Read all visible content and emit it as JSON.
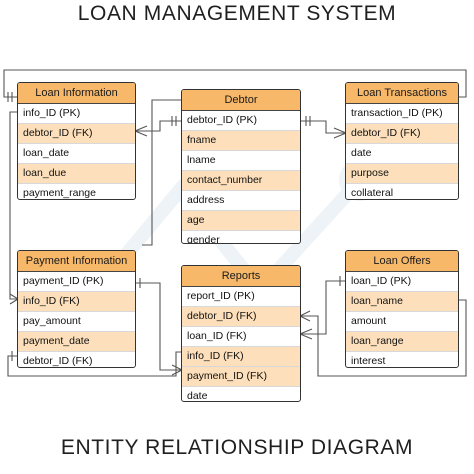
{
  "title": "LOAN MANAGEMENT SYSTEM",
  "footer": "ENTITY RELATIONSHIP DIAGRAM",
  "entities": {
    "loan_information": {
      "name": "Loan Information",
      "fields": [
        "info_ID (PK)",
        "debtor_ID (FK)",
        "loan_date",
        "loan_due",
        "payment_range"
      ]
    },
    "debtor": {
      "name": "Debtor",
      "fields": [
        "debtor_ID (PK)",
        "fname",
        "lname",
        "contact_number",
        "address",
        "age",
        "gender"
      ]
    },
    "loan_transactions": {
      "name": "Loan Transactions",
      "fields": [
        "transaction_ID (PK)",
        "debtor_ID (FK)",
        "date",
        "purpose",
        "collateral"
      ]
    },
    "payment_information": {
      "name": "Payment Information",
      "fields": [
        "payment_ID (PK)",
        "info_ID (FK)",
        "pay_amount",
        "payment_date",
        "debtor_ID (FK)"
      ]
    },
    "reports": {
      "name": "Reports",
      "fields": [
        "report_ID (PK)",
        "debtor_ID (FK)",
        "loan_ID (FK)",
        "info_ID (FK)",
        "payment_ID (FK)",
        "date"
      ]
    },
    "loan_offers": {
      "name": "Loan Offers",
      "fields": [
        "loan_ID (PK)",
        "loan_name",
        "amount",
        "loan_range",
        "interest"
      ]
    }
  },
  "colors": {
    "header": "#f7b86a",
    "alt_row": "#fde0bb",
    "line": "#555555"
  }
}
